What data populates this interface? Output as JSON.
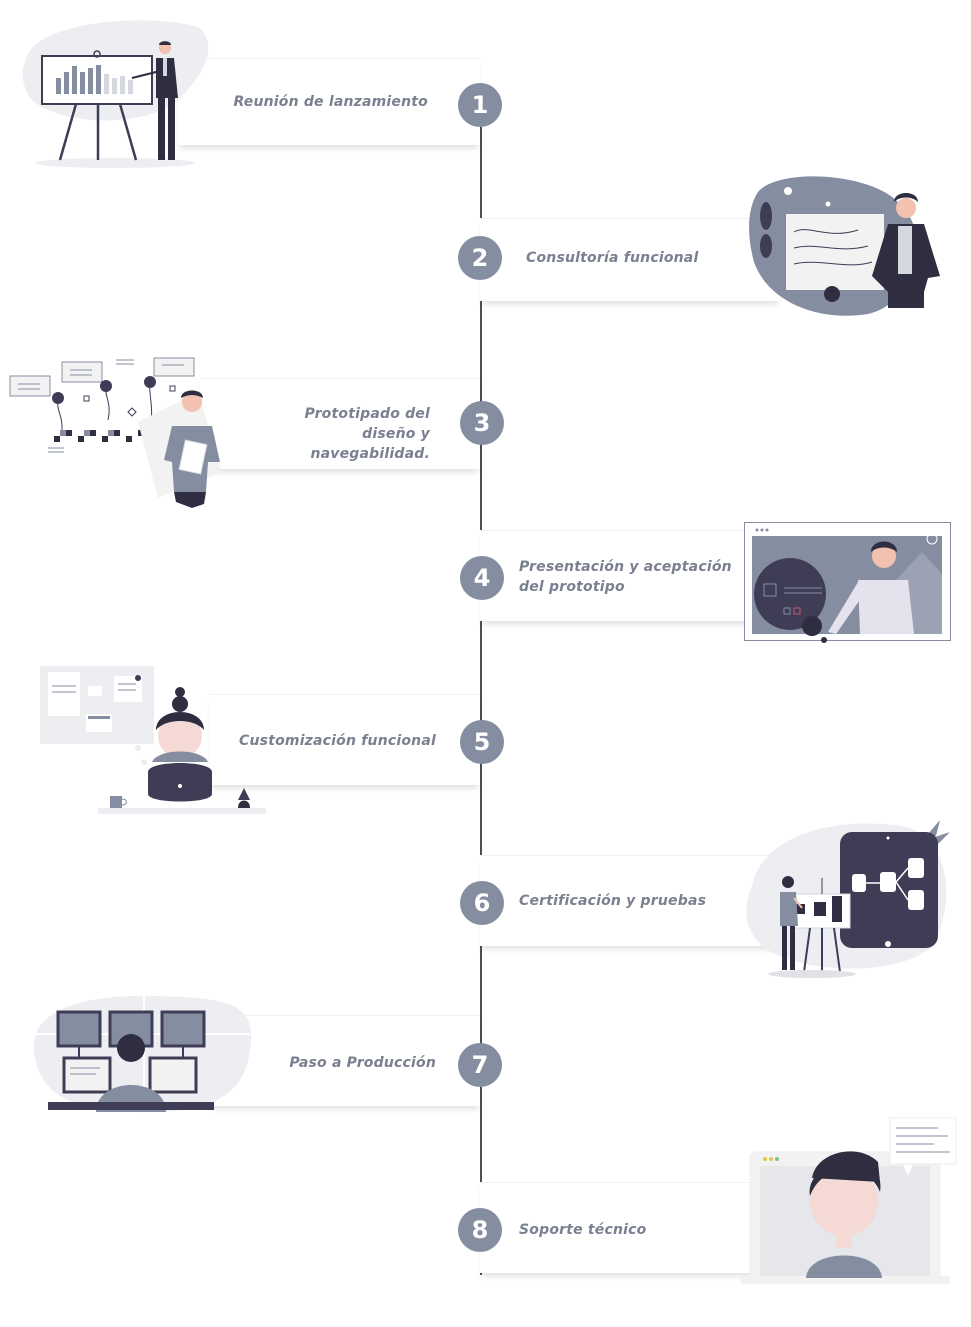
{
  "colors": {
    "circle": "#858ea1",
    "line": "#4a4f5a",
    "label": "#7a8090",
    "blob": "#eceef2",
    "navy": "#2f2e41",
    "accent_grey": "#8891a4"
  },
  "steps": [
    {
      "number": "1",
      "label": "Reunión de lanzamiento",
      "illustration": "presentation-chart-icon"
    },
    {
      "number": "2",
      "label": "Consultoría funcional",
      "illustration": "consultant-document-icon"
    },
    {
      "number": "3",
      "label": "Prototipado del diseño y navegabilidad.",
      "illustration": "prototype-flow-icon"
    },
    {
      "number": "4",
      "label": "Presentación y aceptación del prototipo",
      "illustration": "video-presentation-icon"
    },
    {
      "number": "5",
      "label": "Customización funcional",
      "illustration": "laptop-worker-icon"
    },
    {
      "number": "6",
      "label": "Certificación y pruebas",
      "illustration": "flowchart-tablet-icon"
    },
    {
      "number": "7",
      "label": "Paso a Producción",
      "illustration": "monitors-workstation-icon"
    },
    {
      "number": "8",
      "label": "Soporte técnico",
      "illustration": "video-call-support-icon"
    }
  ]
}
